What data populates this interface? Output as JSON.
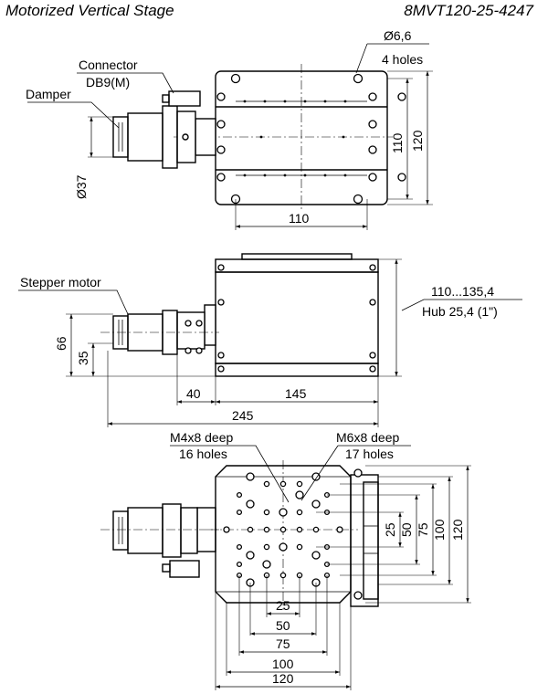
{
  "header": {
    "title": "Motorized Vertical Stage",
    "model": "8MVT120-25-4247"
  },
  "top_view": {
    "connector_label": "Connector",
    "connector_type": "DB9(M)",
    "damper_label": "Damper",
    "hole_diameter": "Ø6,6",
    "holes_count": "4 holes",
    "dim_110_h": "110",
    "dim_110_v": "110",
    "dim_120_v": "120",
    "dim_37": "Ø37"
  },
  "side_view": {
    "motor_label": "Stepper motor",
    "height_range": "110...135,4",
    "hub": "Hub 25,4 (1\")",
    "dim_66": "66",
    "dim_35": "35",
    "dim_40": "40",
    "dim_145": "145",
    "dim_245": "245"
  },
  "bottom_view": {
    "m4_label": "M4x8 deep",
    "m4_count": "16 holes",
    "m6_label": "M6x8 deep",
    "m6_count": "17 holes",
    "h_dims": [
      "25",
      "50",
      "75",
      "100",
      "120"
    ],
    "v_dims": [
      "25",
      "50",
      "75",
      "100",
      "120"
    ]
  }
}
